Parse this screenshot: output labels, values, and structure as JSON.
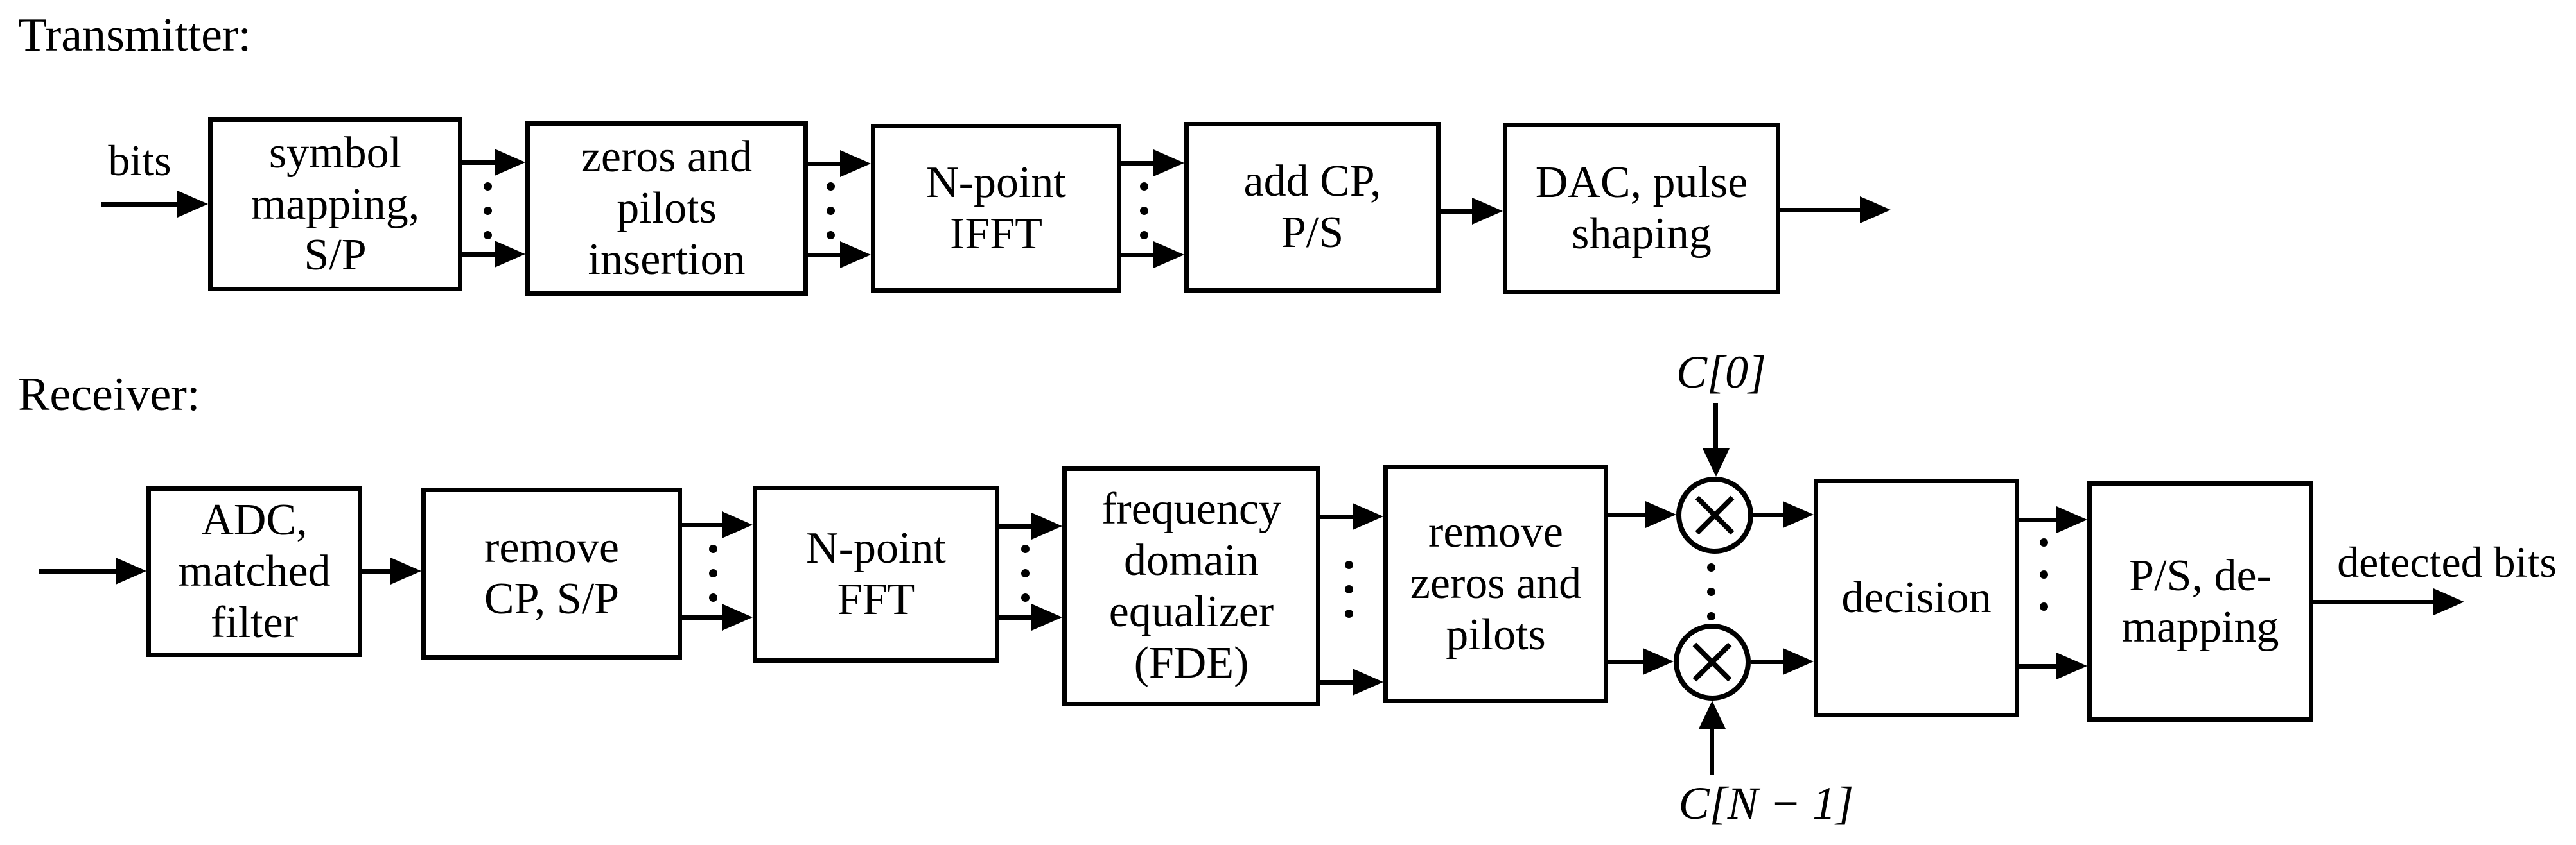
{
  "colors": {
    "stroke": "#000000",
    "background": "#ffffff"
  },
  "transmitter": {
    "title": "Transmitter:",
    "input_label": "bits",
    "blocks": {
      "symbol_mapping": "symbol\nmapping,\nS/P",
      "zeros_pilots": "zeros and\npilots\ninsertion",
      "ifft": "N-point\nIFFT",
      "add_cp": "add CP,\nP/S",
      "dac": "DAC, pulse\nshaping"
    }
  },
  "receiver": {
    "title": "Receiver:",
    "blocks": {
      "adc": "ADC,\nmatched\nfilter",
      "remove_cp": "remove\nCP, S/P",
      "fft": "N-point\nFFT",
      "fde": "frequency\ndomain\nequalizer\n(FDE)",
      "remove_zeros": "remove\nzeros and\npilots",
      "decision": "decision",
      "ps_demapping": "P/S, de-\nmapping"
    },
    "coef_top": "C[0]",
    "coef_bottom": "C[N − 1]",
    "output_label": "detected bits"
  }
}
